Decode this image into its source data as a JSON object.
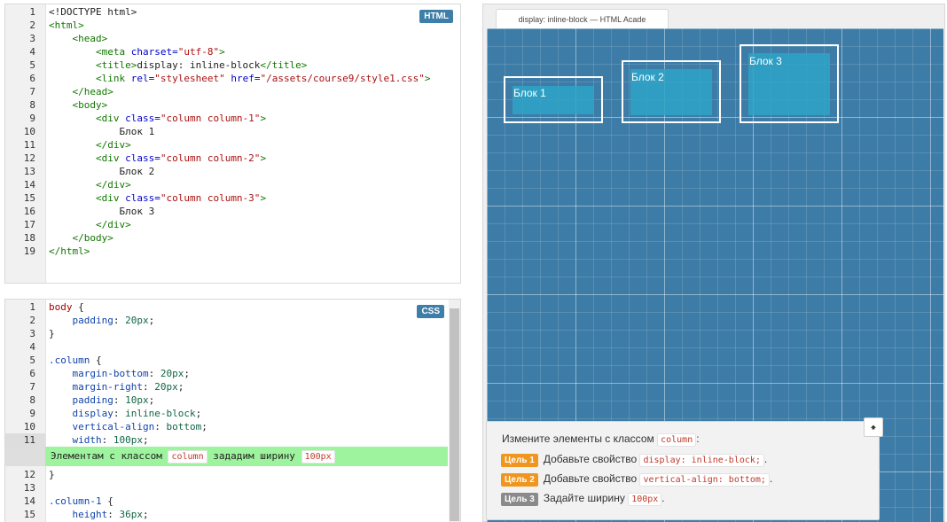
{
  "html_editor": {
    "badge": "HTML",
    "lines": [
      {
        "n": "1",
        "parts": [
          {
            "t": "<!DOCTYPE html>",
            "c": "t-plain"
          }
        ]
      },
      {
        "n": "2",
        "parts": [
          {
            "t": "<html>",
            "c": "t-tag"
          }
        ]
      },
      {
        "n": "3",
        "parts": [
          {
            "t": "    <head>",
            "c": "t-tag"
          }
        ]
      },
      {
        "n": "4",
        "parts": [
          {
            "t": "        <meta ",
            "c": "t-tag"
          },
          {
            "t": "charset=",
            "c": "t-attr"
          },
          {
            "t": "\"utf-8\"",
            "c": "t-str"
          },
          {
            "t": ">",
            "c": "t-tag"
          }
        ]
      },
      {
        "n": "5",
        "parts": [
          {
            "t": "        <title>",
            "c": "t-tag"
          },
          {
            "t": "display: inline-block",
            "c": "t-plain"
          },
          {
            "t": "</title>",
            "c": "t-tag"
          }
        ]
      },
      {
        "n": "6",
        "parts": [
          {
            "t": "        <link ",
            "c": "t-tag"
          },
          {
            "t": "rel=",
            "c": "t-attr"
          },
          {
            "t": "\"stylesheet\"",
            "c": "t-str"
          },
          {
            "t": " href=",
            "c": "t-attr"
          },
          {
            "t": "\"/assets/course9/style1.css\"",
            "c": "t-str"
          },
          {
            "t": ">",
            "c": "t-tag"
          }
        ]
      },
      {
        "n": "7",
        "parts": [
          {
            "t": "    </head>",
            "c": "t-tag"
          }
        ]
      },
      {
        "n": "8",
        "parts": [
          {
            "t": "    <body>",
            "c": "t-tag"
          }
        ]
      },
      {
        "n": "9",
        "parts": [
          {
            "t": "        <div ",
            "c": "t-tag"
          },
          {
            "t": "class=",
            "c": "t-attr"
          },
          {
            "t": "\"column column-1\"",
            "c": "t-str"
          },
          {
            "t": ">",
            "c": "t-tag"
          }
        ]
      },
      {
        "n": "10",
        "parts": [
          {
            "t": "            Блок 1",
            "c": "t-plain"
          }
        ]
      },
      {
        "n": "11",
        "parts": [
          {
            "t": "        </div>",
            "c": "t-tag"
          }
        ]
      },
      {
        "n": "12",
        "parts": [
          {
            "t": "        <div ",
            "c": "t-tag"
          },
          {
            "t": "class=",
            "c": "t-attr"
          },
          {
            "t": "\"column column-2\"",
            "c": "t-str"
          },
          {
            "t": ">",
            "c": "t-tag"
          }
        ]
      },
      {
        "n": "13",
        "parts": [
          {
            "t": "            Блок 2",
            "c": "t-plain"
          }
        ]
      },
      {
        "n": "14",
        "parts": [
          {
            "t": "        </div>",
            "c": "t-tag"
          }
        ]
      },
      {
        "n": "15",
        "parts": [
          {
            "t": "        <div ",
            "c": "t-tag"
          },
          {
            "t": "class=",
            "c": "t-attr"
          },
          {
            "t": "\"column column-3\"",
            "c": "t-str"
          },
          {
            "t": ">",
            "c": "t-tag"
          }
        ]
      },
      {
        "n": "16",
        "parts": [
          {
            "t": "            Блок 3",
            "c": "t-plain"
          }
        ]
      },
      {
        "n": "17",
        "parts": [
          {
            "t": "        </div>",
            "c": "t-tag"
          }
        ]
      },
      {
        "n": "18",
        "parts": [
          {
            "t": "    </body>",
            "c": "t-tag"
          }
        ]
      },
      {
        "n": "19",
        "parts": [
          {
            "t": "</html>",
            "c": "t-tag"
          }
        ]
      }
    ]
  },
  "css_editor": {
    "badge": "CSS",
    "lines": [
      {
        "n": "1",
        "parts": [
          {
            "t": "body",
            "c": "c-sel"
          },
          {
            "t": " {",
            "c": "t-plain"
          }
        ]
      },
      {
        "n": "2",
        "parts": [
          {
            "t": "    padding",
            "c": "c-prop"
          },
          {
            "t": ": ",
            "c": "t-plain"
          },
          {
            "t": "20px",
            "c": "c-num"
          },
          {
            "t": ";",
            "c": "t-plain"
          }
        ]
      },
      {
        "n": "3",
        "parts": [
          {
            "t": "}",
            "c": "t-plain"
          }
        ]
      },
      {
        "n": "4",
        "parts": [
          {
            "t": "",
            "c": "t-plain"
          }
        ]
      },
      {
        "n": "5",
        "parts": [
          {
            "t": ".column",
            "c": "c-prop"
          },
          {
            "t": " {",
            "c": "t-plain"
          }
        ]
      },
      {
        "n": "6",
        "parts": [
          {
            "t": "    margin-bottom",
            "c": "c-prop"
          },
          {
            "t": ": ",
            "c": "t-plain"
          },
          {
            "t": "20px",
            "c": "c-num"
          },
          {
            "t": ";",
            "c": "t-plain"
          }
        ]
      },
      {
        "n": "7",
        "parts": [
          {
            "t": "    margin-right",
            "c": "c-prop"
          },
          {
            "t": ": ",
            "c": "t-plain"
          },
          {
            "t": "20px",
            "c": "c-num"
          },
          {
            "t": ";",
            "c": "t-plain"
          }
        ]
      },
      {
        "n": "8",
        "parts": [
          {
            "t": "    padding",
            "c": "c-prop"
          },
          {
            "t": ": ",
            "c": "t-plain"
          },
          {
            "t": "10px",
            "c": "c-num"
          },
          {
            "t": ";",
            "c": "t-plain"
          }
        ]
      },
      {
        "n": "9",
        "parts": [
          {
            "t": "    display",
            "c": "c-prop"
          },
          {
            "t": ": ",
            "c": "t-plain"
          },
          {
            "t": "inline-block",
            "c": "c-kw"
          },
          {
            "t": ";",
            "c": "t-plain"
          }
        ]
      },
      {
        "n": "10",
        "parts": [
          {
            "t": "    vertical-align",
            "c": "c-prop"
          },
          {
            "t": ": ",
            "c": "t-plain"
          },
          {
            "t": "bottom",
            "c": "c-kw"
          },
          {
            "t": ";",
            "c": "t-plain"
          }
        ]
      },
      {
        "n": "11",
        "active": true,
        "parts": [
          {
            "t": "    width",
            "c": "c-prop"
          },
          {
            "t": ": ",
            "c": "t-plain"
          },
          {
            "t": "100px",
            "c": "c-num"
          },
          {
            "t": ";",
            "c": "t-plain"
          }
        ]
      }
    ],
    "hint": {
      "before": "Элементам с классом",
      "code1": "column",
      "middle": "зададим ширину",
      "code2": "100px"
    },
    "lines_after": [
      {
        "n": "12",
        "parts": [
          {
            "t": "}",
            "c": "t-plain"
          }
        ]
      },
      {
        "n": "13",
        "parts": [
          {
            "t": "",
            "c": "t-plain"
          }
        ]
      },
      {
        "n": "14",
        "parts": [
          {
            "t": ".column-1",
            "c": "c-prop"
          },
          {
            "t": " {",
            "c": "t-plain"
          }
        ]
      },
      {
        "n": "15",
        "parts": [
          {
            "t": "    height",
            "c": "c-prop"
          },
          {
            "t": ": ",
            "c": "t-plain"
          },
          {
            "t": "36px",
            "c": "c-num"
          },
          {
            "t": ";",
            "c": "t-plain"
          }
        ]
      }
    ]
  },
  "preview": {
    "tab_title": "display: inline-block — HTML Acade",
    "blocks": [
      {
        "label": "Блок 1"
      },
      {
        "label": "Блок 2"
      },
      {
        "label": "Блок 3"
      }
    ]
  },
  "task": {
    "title_before": "Измените элементы с классом",
    "title_code": "column",
    "title_after": ":",
    "goals": [
      {
        "tag": "Цель 1",
        "text": "Добавьте свойство",
        "code": "display: inline-block;",
        "after": ".",
        "tag_color": "#f0961e"
      },
      {
        "tag": "Цель 2",
        "text": "Добавьте свойство",
        "code": "vertical-align: bottom;",
        "after": ".",
        "tag_color": "#f0961e"
      },
      {
        "tag": "Цель 3",
        "text": "Задайте ширину",
        "code": "100px",
        "after": ".",
        "tag_color": "#8a8a8a"
      }
    ],
    "up_icon": "arrow-up-icon"
  }
}
